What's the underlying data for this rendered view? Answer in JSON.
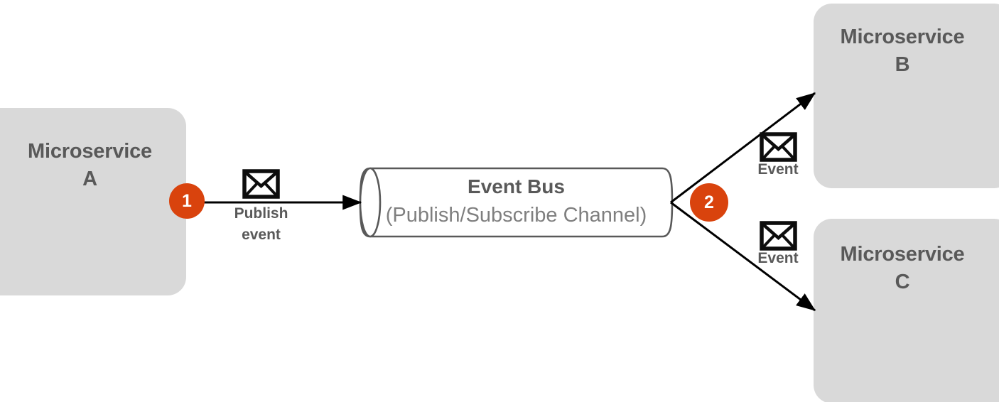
{
  "diagram": {
    "title": "Event Bus publish/subscribe microservices diagram",
    "colors": {
      "box_fill": "#d9d9d9",
      "box_text": "#595959",
      "badge_fill": "#d9430d",
      "badge_text": "#ffffff",
      "bus_title_text": "#595959",
      "bus_subtitle_text": "#7f7f7f",
      "arrow_stroke": "#000000",
      "cylinder_stroke": "#595959",
      "background": "#ffffff"
    },
    "nodes": {
      "microservice_a": {
        "line1": "Microservice",
        "line2": "A"
      },
      "microservice_b": {
        "line1": "Microservice",
        "line2": "B"
      },
      "microservice_c": {
        "line1": "Microservice",
        "line2": "C"
      },
      "event_bus": {
        "title": "Event Bus",
        "subtitle": "(Publish/Subscribe Channel)"
      }
    },
    "steps": [
      {
        "number": "1",
        "label_line1": "Publish",
        "label_line2": "event"
      },
      {
        "number": "2",
        "label_line1": "Event",
        "label_line2": "Event"
      }
    ],
    "edges": {
      "a_to_bus": {
        "badge": "1",
        "label_line1": "Publish",
        "label_line2": "event",
        "icon": "envelope-icon"
      },
      "bus_to_b": {
        "badge": "2",
        "label": "Event",
        "icon": "envelope-icon"
      },
      "bus_to_c": {
        "badge": "2",
        "label": "Event",
        "icon": "envelope-icon"
      }
    }
  }
}
